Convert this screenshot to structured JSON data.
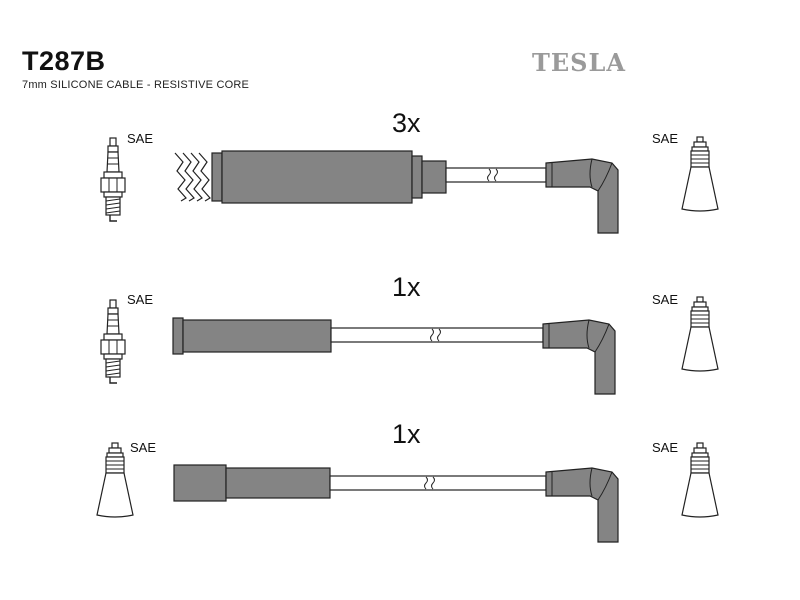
{
  "header": {
    "part_number": "T287B",
    "description": "7mm SILICONE CABLE - RESISTIVE CORE",
    "brand": "TESLA"
  },
  "colors": {
    "boot_fill": "#848484",
    "line": "#222222",
    "logo": "#9a9a9a",
    "terminal_fill": "#ffffff"
  },
  "leads": [
    {
      "quantity": "3x",
      "left_end": {
        "type": "spark-plug",
        "label": "SAE"
      },
      "right_end": {
        "type": "coil-terminal",
        "label": "SAE"
      },
      "left_boot": "spring-tube"
    },
    {
      "quantity": "1x",
      "left_end": {
        "type": "spark-plug",
        "label": "SAE"
      },
      "right_end": {
        "type": "coil-terminal",
        "label": "SAE"
      },
      "left_boot": "straight-tube"
    },
    {
      "quantity": "1x",
      "left_end": {
        "type": "coil-terminal",
        "label": "SAE"
      },
      "right_end": {
        "type": "coil-terminal",
        "label": "SAE"
      },
      "left_boot": "straight-short"
    }
  ]
}
